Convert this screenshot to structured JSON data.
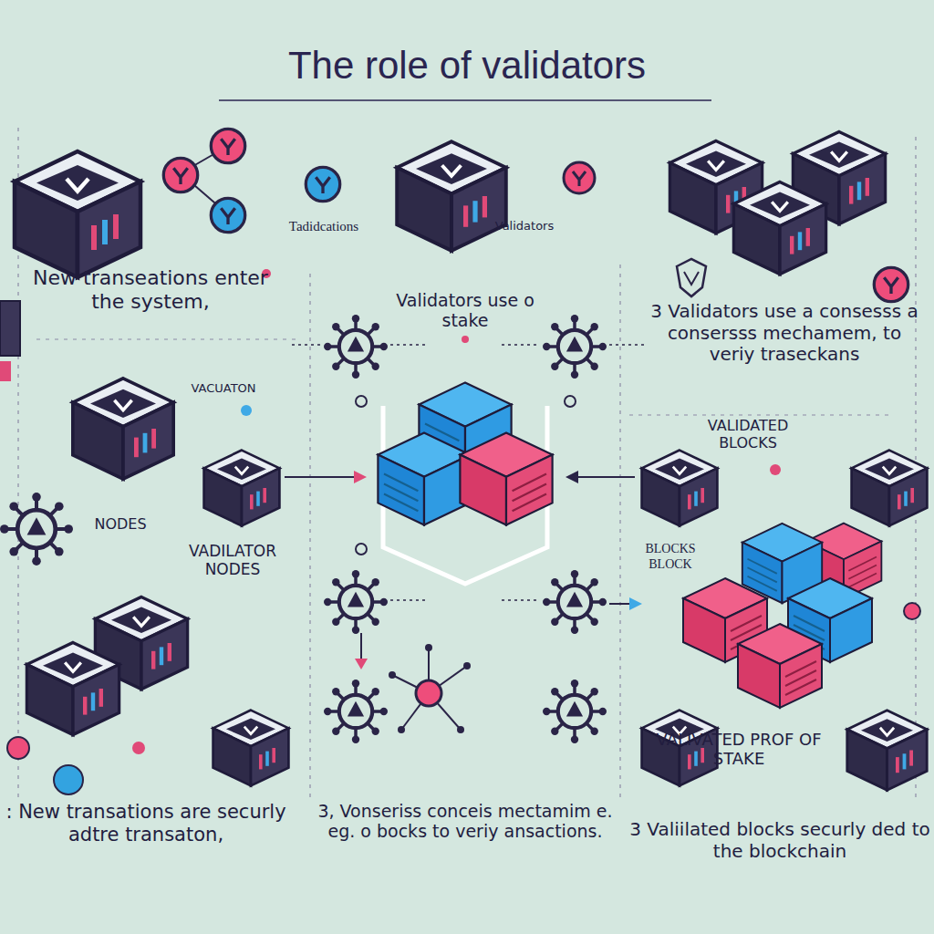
{
  "diagram": {
    "title": "The role of validators",
    "labels": [
      "Tadidcations",
      "Validators",
      "New transeations enter the system,",
      "Validators use o stake",
      "3 Validators use a consesss a consersss mechamem, to veriy traseckans",
      "VACUATON",
      "VALIDATED BLOCKS",
      "NODES",
      "VADILATOR NODES",
      "BLOCKS BLOCK",
      "VALIVATED PROF OF STAKE",
      ": New transations are securly adtre transaton,",
      "3, Vonseriss conceis mectamim e. eg. o bocks to veriy ansactions.",
      "3 Valiilated blocks securly ded to the blockchain"
    ]
  }
}
